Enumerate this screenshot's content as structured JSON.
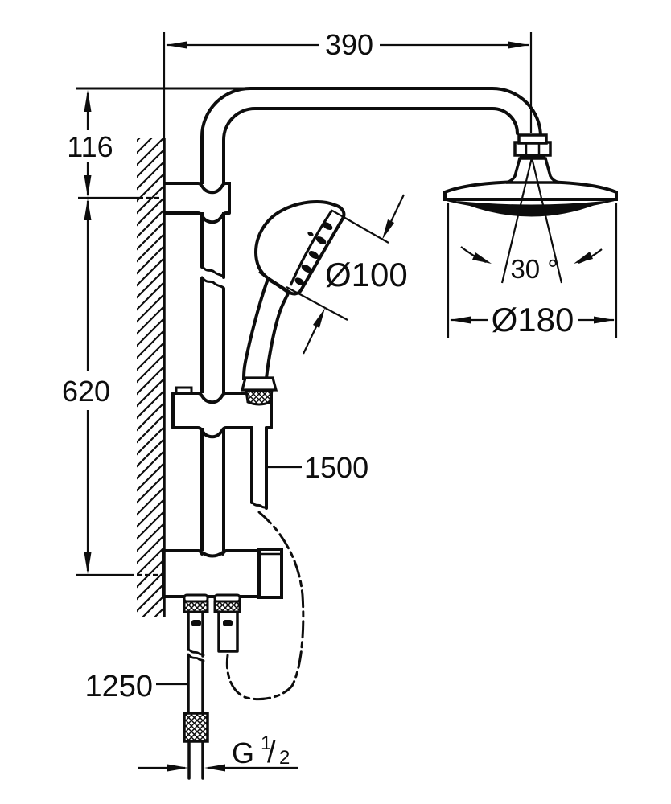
{
  "drawing": {
    "title": "shower-system-technical-drawing",
    "line_color": "#0d0d0d",
    "dim_width_top": "390",
    "dim_wall_to_arm": "116",
    "dim_rail_height": "620",
    "dim_inlet_height": "1250",
    "dim_hose_length": "1500",
    "dim_hand_shower_diameter": "Ø100",
    "dim_spray_angle": "30 °",
    "dim_head_shower_diameter": "Ø180",
    "thread_letter": "G",
    "thread_numerator": "1",
    "thread_slash": "/",
    "thread_denominator": "2"
  }
}
